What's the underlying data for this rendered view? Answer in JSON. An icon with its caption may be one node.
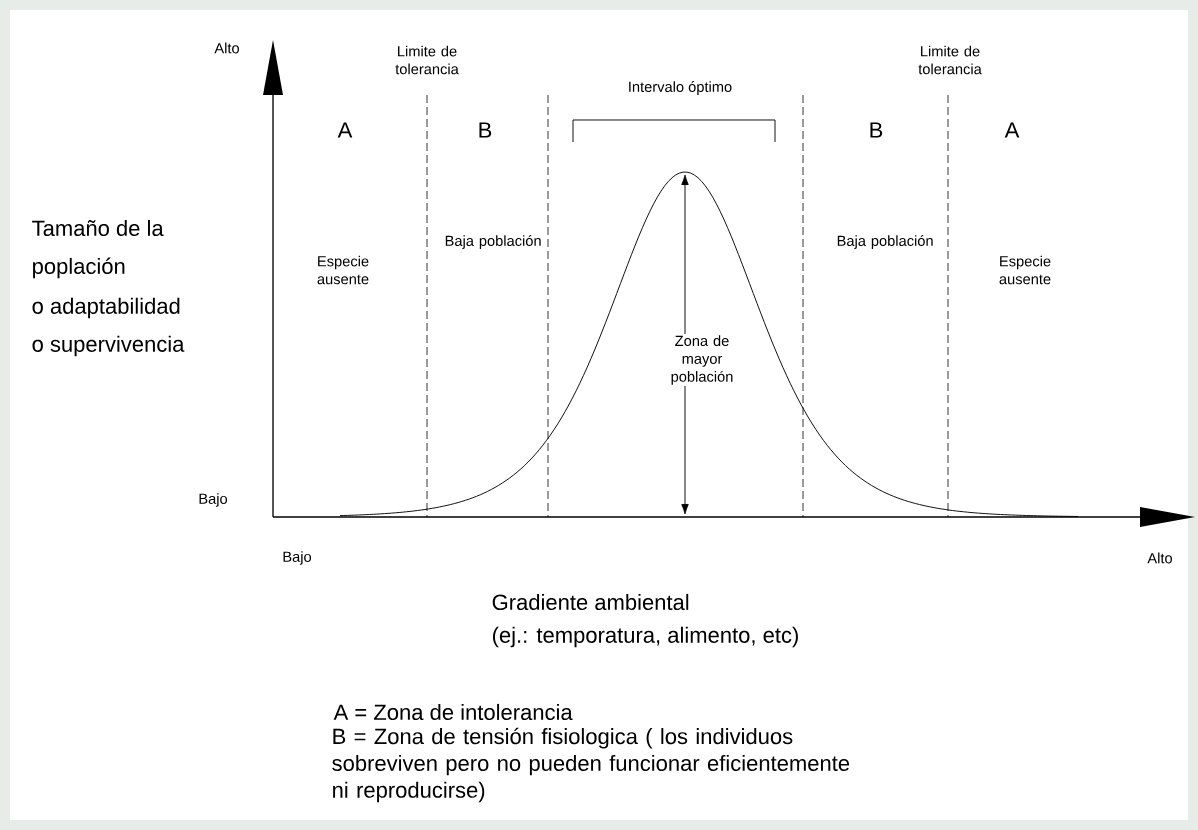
{
  "diagram": {
    "labels": [
      "Alto",
      "Limite de tolerancia",
      "Limite de tolerancia",
      "Intervalo óptimo",
      "A",
      "B",
      "B",
      "A",
      "Tamaño de la",
      "poplación",
      "o adaptabilidad",
      "o supervivencia",
      "Especie ausente",
      "Baja población",
      "Baja población",
      "Especie ausente",
      "Zona de mayor población",
      "Bajo",
      "Bajo",
      "Alto",
      "Gradiente ambiental",
      "(ej.: temporatura, alimento, etc)",
      "A = Zona de intolerancia",
      "B = Zona de tensión fisiologica ( los individuos sobreviven pero no pueden funcionar eficientemente ni reproducirse)"
    ]
  }
}
